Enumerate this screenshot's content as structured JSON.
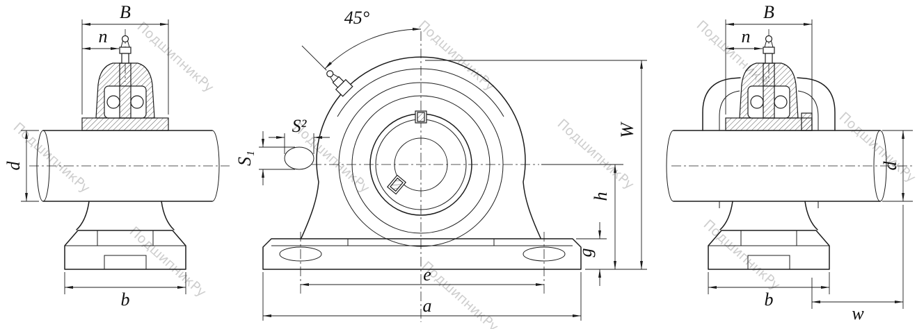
{
  "watermark": {
    "text": "ПодшипникРу"
  },
  "dims": {
    "left": {
      "B": "B",
      "n": "n",
      "d": "d",
      "b": "b"
    },
    "front": {
      "angle": "45°",
      "s2": "S²",
      "s1": "S₁",
      "W": "W",
      "h": "h",
      "g": "g",
      "e": "e",
      "a": "a"
    },
    "right": {
      "B": "B",
      "n": "n",
      "d": "d",
      "b": "b",
      "w": "w"
    }
  },
  "colors": {
    "line": "#1c1c1c",
    "background": "#ffffff",
    "watermark": "#c9c9c9"
  }
}
